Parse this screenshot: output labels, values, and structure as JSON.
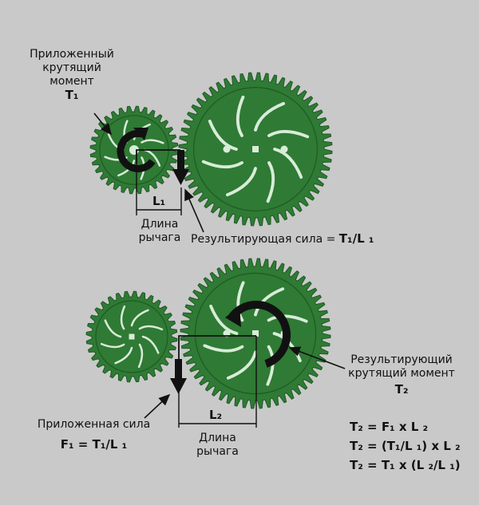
{
  "top": {
    "applied_torque_label": [
      "Приложенный",
      "крутящий",
      "момент"
    ],
    "applied_torque_symbol": "T₁",
    "lever_symbol": "L₁",
    "lever_label": [
      "Длина",
      "рычага"
    ],
    "result_force_label": "Результирующая сила =",
    "result_force_formula": "T₁/L ₁"
  },
  "bottom": {
    "result_torque_label": [
      "Результирующий",
      "крутящий момент"
    ],
    "result_torque_symbol": "T₂",
    "applied_force_label": "Приложенная сила",
    "applied_force_formula": "F₁ = T₁/L ₁",
    "lever_symbol": "L₂",
    "lever_label": [
      "Длина",
      "рычага"
    ],
    "formulas": [
      "T₂ = F₁ x L ₂",
      "T₂ = (T₁/L ₁) x L ₂",
      "T₂ = T₁ x (L ₂/L ₁)"
    ]
  },
  "colors": {
    "background": "#c9c9c9",
    "gear_fill": "#2f7a34",
    "gear_edge": "#1e5a24",
    "gear_slot": "#d8ecd8",
    "ink": "#111111"
  }
}
